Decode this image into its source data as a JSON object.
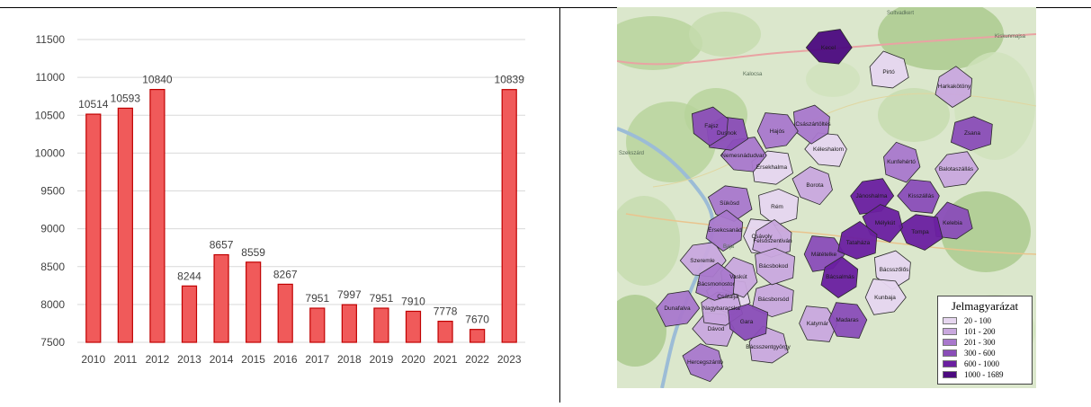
{
  "chart_data": {
    "type": "bar",
    "categories": [
      "2010",
      "2011",
      "2012",
      "2013",
      "2014",
      "2015",
      "2016",
      "2017",
      "2018",
      "2019",
      "2020",
      "2021",
      "2022",
      "2023"
    ],
    "values": [
      10514,
      10593,
      10840,
      8244,
      8657,
      8559,
      8267,
      7951,
      7997,
      7951,
      7910,
      7778,
      7670,
      10839
    ],
    "yticks": [
      7500,
      8000,
      8500,
      9000,
      9500,
      10000,
      10500,
      11000,
      11500
    ],
    "ylim": [
      7500,
      11500
    ],
    "grid": true,
    "legend": "none",
    "colors": {
      "bar_fill": "#f05a5a",
      "bar_stroke": "#c00000",
      "grid": "#d9d9d9",
      "text": "#404040"
    }
  },
  "map": {
    "legend_title": "Jelmagyarázat",
    "legend_items": [
      {
        "label": "20 - 100",
        "color": "#e6d6ef"
      },
      {
        "label": "101 - 200",
        "color": "#c9a8de"
      },
      {
        "label": "201 - 300",
        "color": "#a978cc"
      },
      {
        "label": "300 - 600",
        "color": "#8a4db8"
      },
      {
        "label": "600 - 1000",
        "color": "#6a1fa0"
      },
      {
        "label": "1000 - 1689",
        "color": "#4c0a7f"
      }
    ],
    "regions": [
      {
        "name": "Kéleshalom",
        "level": 0
      },
      {
        "name": "Pirtó",
        "level": 0
      },
      {
        "name": "Rém",
        "level": 0
      },
      {
        "name": "Csávoly",
        "level": 0
      },
      {
        "name": "Érsekhalma",
        "level": 0
      },
      {
        "name": "Bácsszőlős",
        "level": 0
      },
      {
        "name": "Kunbaja",
        "level": 0
      },
      {
        "name": "Csátalja",
        "level": 0
      },
      {
        "name": "Harkakötöny",
        "level": 1
      },
      {
        "name": "Balotaszállás",
        "level": 1
      },
      {
        "name": "Borota",
        "level": 1
      },
      {
        "name": "Felsőszentiván",
        "level": 1
      },
      {
        "name": "Szeremle",
        "level": 1
      },
      {
        "name": "Vaskút",
        "level": 1
      },
      {
        "name": "Bácsborsód",
        "level": 1
      },
      {
        "name": "Dávod",
        "level": 1
      },
      {
        "name": "Bácsszentgyörgy",
        "level": 1
      },
      {
        "name": "Bácsbokod",
        "level": 1
      },
      {
        "name": "Katymár",
        "level": 1
      },
      {
        "name": "Nagybaracska",
        "level": 1
      },
      {
        "name": "Császártöltés",
        "level": 2
      },
      {
        "name": "Hajós",
        "level": 2
      },
      {
        "name": "Sükösd",
        "level": 2
      },
      {
        "name": "Érsekcsanád",
        "level": 2
      },
      {
        "name": "Dunafalva",
        "level": 2
      },
      {
        "name": "Hercegszántó",
        "level": 2
      },
      {
        "name": "Bácsmonostor",
        "level": 2
      },
      {
        "name": "Nemesnádudvar",
        "level": 2
      },
      {
        "name": "Kunfehértó",
        "level": 2
      },
      {
        "name": "Zsana",
        "level": 3
      },
      {
        "name": "Kisszállás",
        "level": 3
      },
      {
        "name": "Kelebia",
        "level": 3
      },
      {
        "name": "Gara",
        "level": 3
      },
      {
        "name": "Madaras",
        "level": 3
      },
      {
        "name": "Dusnok",
        "level": 3
      },
      {
        "name": "Fajsz",
        "level": 3
      },
      {
        "name": "Mátételke",
        "level": 3
      },
      {
        "name": "Tompa",
        "level": 4
      },
      {
        "name": "Bácsalmás",
        "level": 4
      },
      {
        "name": "Jánoshalma",
        "level": 4
      },
      {
        "name": "Mélykút",
        "level": 4
      },
      {
        "name": "Tataháza",
        "level": 4
      },
      {
        "name": "Kecel",
        "level": 5
      }
    ],
    "places": [
      "Szekszárd",
      "Baja",
      "Kalocsa",
      "Soltvadkert",
      "Kiskunmajsa"
    ]
  }
}
